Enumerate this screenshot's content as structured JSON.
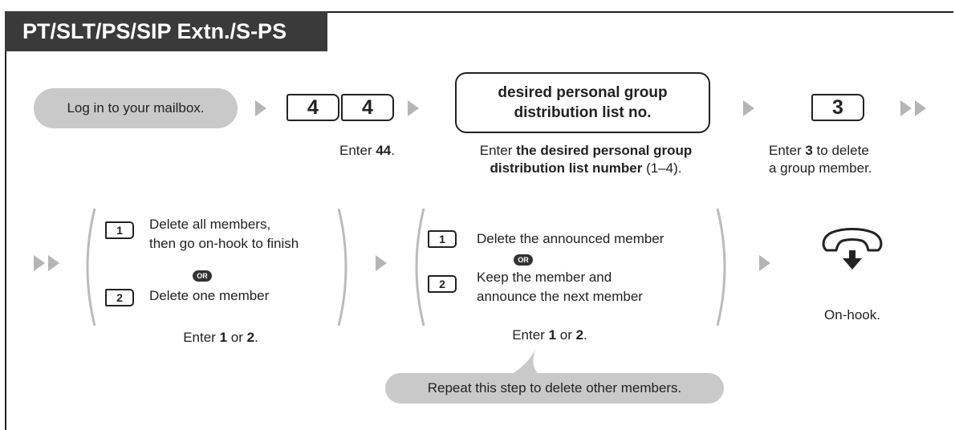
{
  "title": "PT/SLT/PS/SIP Extn./S-PS",
  "step1": {
    "bubble": "Log in to your mailbox."
  },
  "step2": {
    "key1": "4",
    "key2": "4",
    "caption_pre": "Enter ",
    "caption_bold": "44",
    "caption_post": "."
  },
  "step3": {
    "box_line1": "desired personal group",
    "box_line2": "distribution list no.",
    "caption_pre": "Enter ",
    "caption_bold1": "the desired personal group",
    "caption_bold2": "distribution list number",
    "caption_post": " (1–4)."
  },
  "step4": {
    "key": "3",
    "caption_pre": "Enter ",
    "caption_bold": "3",
    "caption_line1_post": " to delete",
    "caption_line2": "a group member."
  },
  "step5": {
    "opt1_key": "1",
    "opt1_line1": "Delete all members,",
    "opt1_line2": "then go on-hook to finish",
    "or": "OR",
    "opt2_key": "2",
    "opt2_line1": "Delete one member",
    "cap_pre": "Enter ",
    "cap_b1": "1",
    "cap_mid": " or ",
    "cap_b2": "2",
    "cap_post": "."
  },
  "step6": {
    "opt1_key": "1",
    "opt1_line1": "Delete the announced member",
    "or": "OR",
    "opt2_key": "2",
    "opt2_line1": "Keep the member and",
    "opt2_line2": "announce the next member",
    "cap_pre": "Enter ",
    "cap_b1": "1",
    "cap_mid": " or ",
    "cap_b2": "2",
    "cap_post": ".",
    "repeat": "Repeat this step to delete other members."
  },
  "step7": {
    "caption": "On-hook.",
    "icon": "on-hook-handset-icon"
  },
  "colors": {
    "title_bg": "#3a3a3a",
    "bubble": "#c9c9c9",
    "arrow": "#b5b5b5"
  }
}
